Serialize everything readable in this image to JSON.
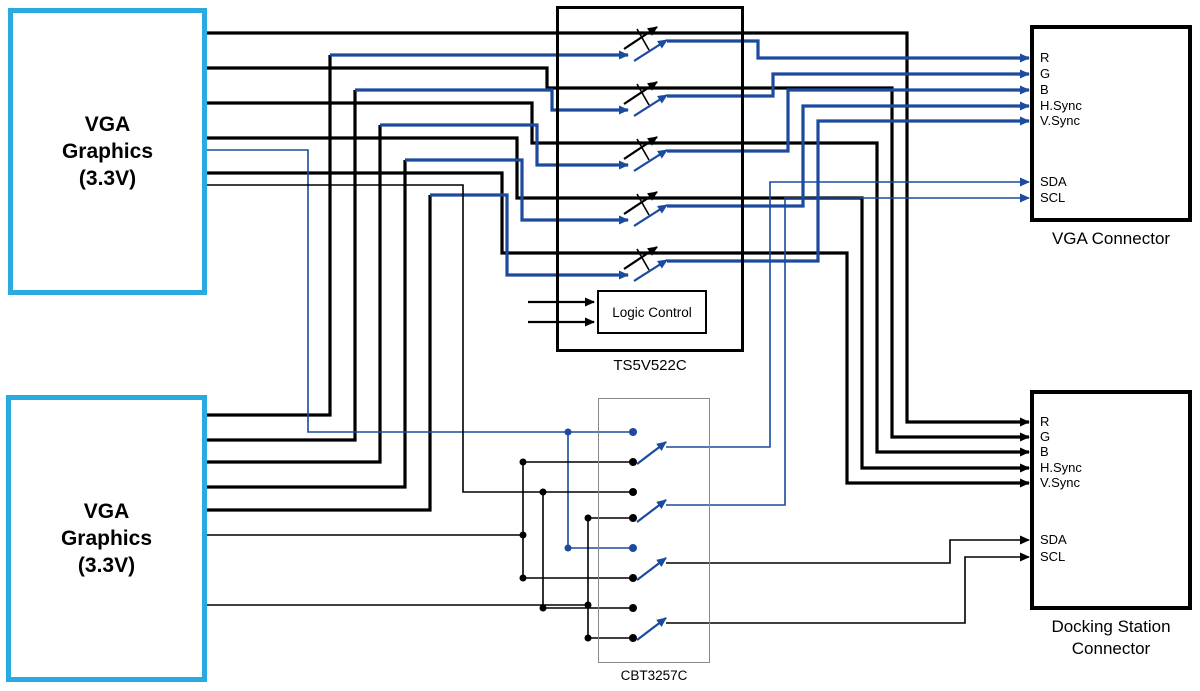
{
  "colors": {
    "wire_black": "#000000",
    "wire_blue": "#1b4a9e",
    "source_box_border": "#29abe2",
    "box_border": "#000000",
    "background": "#ffffff"
  },
  "source1": {
    "label": "VGA\nGraphics\n(3.3V)"
  },
  "source2": {
    "label": "VGA\nGraphics\n(3.3V)"
  },
  "mux": {
    "name": "TS5V522C",
    "logic_control_label": "Logic Control"
  },
  "bus_switch": {
    "name": "CBT3257C"
  },
  "vga_connector": {
    "title": "VGA Connector",
    "pins": [
      "R",
      "G",
      "B",
      "H.Sync",
      "V.Sync",
      "SDA",
      "SCL"
    ]
  },
  "docking_connector": {
    "title": "Docking Station\nConnector",
    "pins": [
      "R",
      "G",
      "B",
      "H.Sync",
      "V.Sync",
      "SDA",
      "SCL"
    ]
  }
}
